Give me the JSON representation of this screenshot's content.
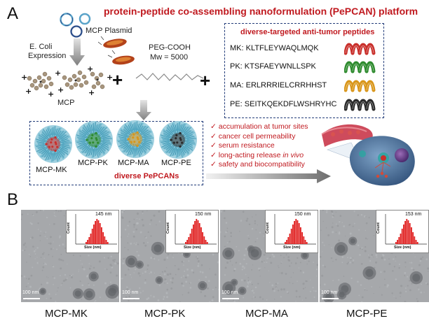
{
  "panel_a": {
    "letter": "A",
    "title": "protein-peptide co-assembling nanoformulation (PePCAN) platform",
    "plasmid_label": "MCP Plasmid",
    "expression_label_1": "E. Coli",
    "expression_label_2": "Expression",
    "peg_label": "PEG-COOH",
    "mw_label": "Mw = 5000",
    "mcp_label": "MCP",
    "peptides_title": "diverse-targeted anti-tumor peptides",
    "peptides": [
      {
        "code": "MK:",
        "seq": "KLTFLEYWAQLMQK",
        "color": "#c9302c"
      },
      {
        "code": "PK:",
        "seq": "KTSFAEYWNLLSPK",
        "color": "#2e8b2e"
      },
      {
        "code": "MA:",
        "seq": "ERLRRRIELCRRHHST",
        "color": "#d9961a"
      },
      {
        "code": "PE:",
        "seq": "SEITKQEKDFLWSHRYHC",
        "color": "#2b2b2b"
      }
    ],
    "nanoparticles": [
      {
        "label": "MCP-MK",
        "core_color": "#c9302c"
      },
      {
        "label": "MCP-PK",
        "core_color": "#2e8b2e"
      },
      {
        "label": "MCP-MA",
        "core_color": "#d9961a"
      },
      {
        "label": "MCP-PE",
        "core_color": "#2b2b2b"
      }
    ],
    "pepcans_label": "diverse PePCANs",
    "advantages": [
      {
        "text": "accumulation at tumor sites",
        "italic": ""
      },
      {
        "text": "cancer cell permeability",
        "italic": ""
      },
      {
        "text": "serum resistance",
        "italic": ""
      },
      {
        "text": "long-acting release ",
        "italic": "in vivo"
      },
      {
        "text": "safety and biocompatibility",
        "italic": ""
      }
    ],
    "check_mark": "✓"
  },
  "panel_b": {
    "letter": "B",
    "scale_bar": "100 nm",
    "inset_ylabel": "Count",
    "inset_xlabel": "Size (nm)",
    "items": [
      {
        "label": "MCP-MK",
        "size": "145 nm"
      },
      {
        "label": "MCP-PK",
        "size": "150 nm"
      },
      {
        "label": "MCP-MA",
        "size": "150 nm"
      },
      {
        "label": "MCP-PE",
        "size": "153 nm"
      }
    ]
  }
}
